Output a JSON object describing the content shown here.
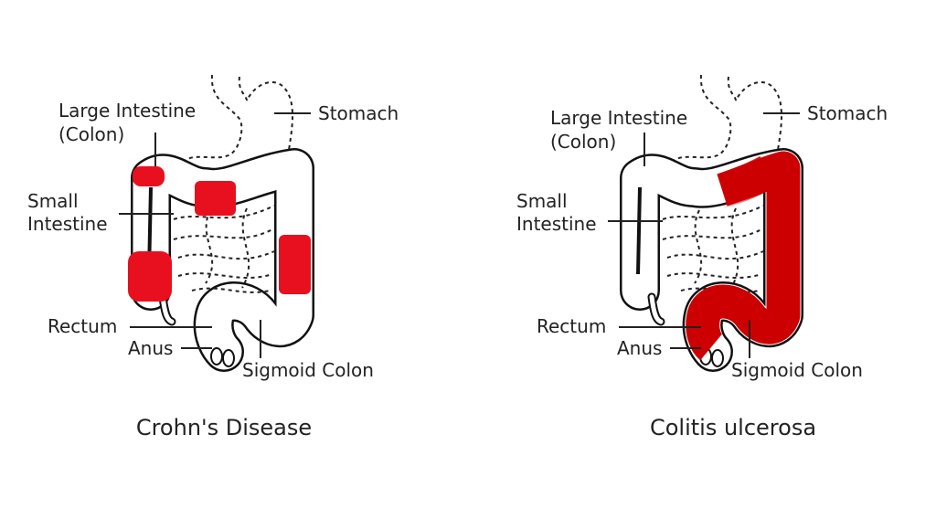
{
  "colors": {
    "inflammation": "#e8101e",
    "colitis": "#cc0000"
  },
  "panels": [
    {
      "caption": "Crohn's Disease",
      "labels": {
        "large_intestine_1": "Large Intestine",
        "large_intestine_2": "(Colon)",
        "small_1": "Small",
        "small_2": "Intestine",
        "stomach": "Stomach",
        "rectum": "Rectum",
        "anus": "Anus",
        "sigmoid": "Sigmoid Colon"
      }
    },
    {
      "caption": "Colitis ulcerosa",
      "labels": {
        "large_intestine_1": "Large Intestine",
        "large_intestine_2": "(Colon)",
        "small_1": "Small",
        "small_2": "Intestine",
        "stomach": "Stomach",
        "rectum": "Rectum",
        "anus": "Anus",
        "sigmoid": "Sigmoid Colon"
      }
    }
  ]
}
